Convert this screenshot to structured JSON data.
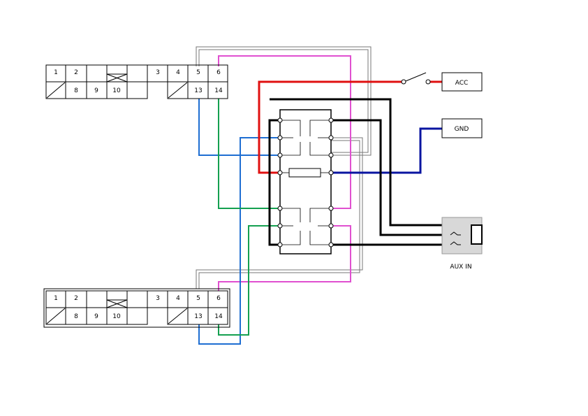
{
  "connector_top": {
    "pins_upper": [
      "1",
      "2",
      "3",
      "4",
      "5",
      "6"
    ],
    "pins_lower": [
      "8",
      "9",
      "10",
      "13",
      "14"
    ]
  },
  "connector_bottom": {
    "pins_upper": [
      "1",
      "2",
      "3",
      "4",
      "5",
      "6"
    ],
    "pins_lower": [
      "8",
      "9",
      "10",
      "13",
      "14"
    ]
  },
  "labels": {
    "acc": "ACC",
    "gnd": "GND",
    "aux_in": "AUX IN"
  },
  "colors": {
    "red": "#e01010",
    "black": "#000000",
    "navy": "#0a14a0",
    "blue": "#1e6ed2",
    "green": "#14a050",
    "magenta": "#e050d0",
    "gray": "#777777",
    "jack_fill": "#d8d8d8"
  }
}
